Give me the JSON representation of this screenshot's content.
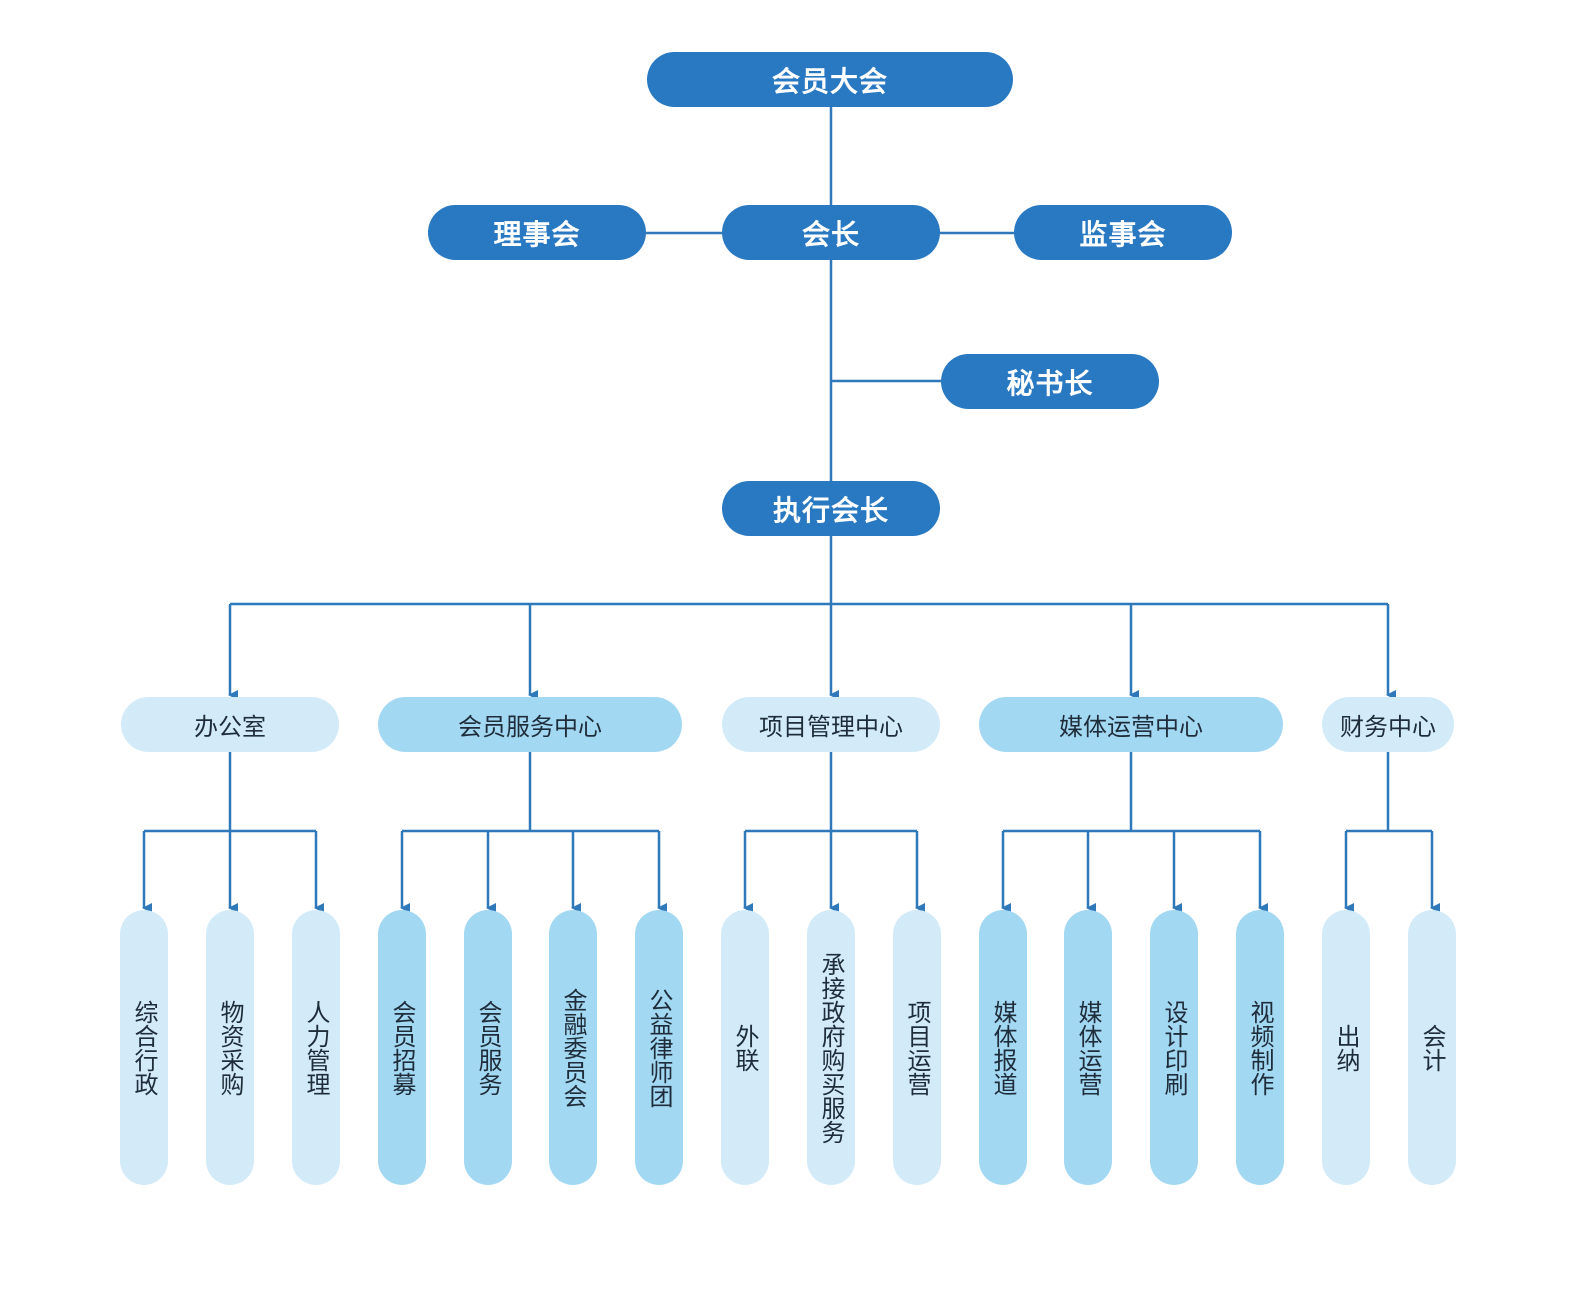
{
  "colors": {
    "primary": "#2878c2",
    "light": "#d3ebf9",
    "mid": "#a3d8f3",
    "line": "#2f78b9"
  },
  "top": {
    "general_assembly": "会员大会",
    "council": "理事会",
    "president": "会长",
    "supervisory_board": "监事会",
    "secretary_general": "秘书长",
    "executive_president": "执行会长"
  },
  "departments": [
    {
      "label": "办公室",
      "tone": "light",
      "children": [
        {
          "label": "综合行政",
          "tone": "light"
        },
        {
          "label": "物资采购",
          "tone": "light"
        },
        {
          "label": "人力管理",
          "tone": "light"
        }
      ]
    },
    {
      "label": "会员服务中心",
      "tone": "mid",
      "children": [
        {
          "label": "会员招募",
          "tone": "mid"
        },
        {
          "label": "会员服务",
          "tone": "mid"
        },
        {
          "label": "金融委员会",
          "tone": "mid"
        },
        {
          "label": "公益律师团",
          "tone": "mid"
        }
      ]
    },
    {
      "label": "项目管理中心",
      "tone": "light",
      "children": [
        {
          "label": "外联",
          "tone": "light"
        },
        {
          "label": "承接政府购买服务",
          "tone": "light"
        },
        {
          "label": "项目运营",
          "tone": "light"
        }
      ]
    },
    {
      "label": "媒体运营中心",
      "tone": "mid",
      "children": [
        {
          "label": "媒体报道",
          "tone": "mid"
        },
        {
          "label": "媒体运营",
          "tone": "mid"
        },
        {
          "label": "设计印刷",
          "tone": "mid"
        },
        {
          "label": "视频制作",
          "tone": "mid"
        }
      ]
    },
    {
      "label": "财务中心",
      "tone": "light",
      "children": [
        {
          "label": "出纳",
          "tone": "light"
        },
        {
          "label": "会计",
          "tone": "light"
        }
      ]
    }
  ]
}
